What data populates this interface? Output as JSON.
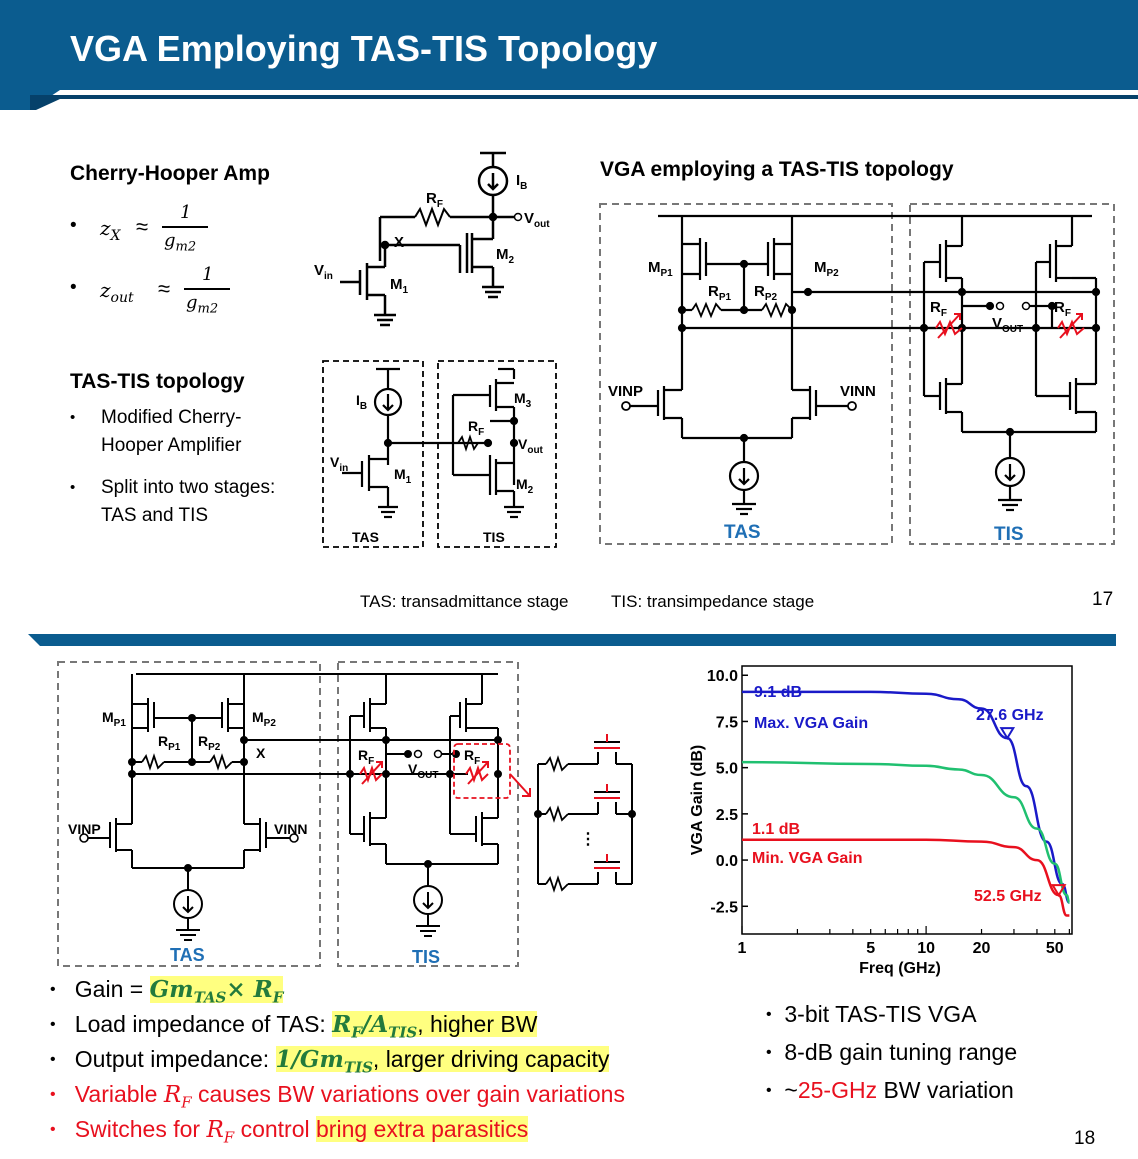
{
  "slide17": {
    "title": "VGA Employing TAS-TIS Topology",
    "cherry": {
      "heading": "Cherry-Hooper Amp",
      "eq1_lhs": "z",
      "eq1_sub": "X",
      "eq2_lhs": "z",
      "eq2_sub": "out",
      "approx": "≈",
      "num": "1",
      "den": "g",
      "den_sub": "m2"
    },
    "tastis": {
      "heading": "TAS-TIS topology",
      "b1": "Modified Cherry-Hooper Amplifier",
      "b1a": "Modified Cherry-",
      "b1b": "Hooper Amplifier",
      "b2a": "Split into two stages:",
      "b2b": "TAS and TIS"
    },
    "vga_heading": "VGA employing a TAS-TIS topology",
    "footnote_tas": "TAS: transadmittance stage",
    "footnote_tis": "TIS: transimpedance stage",
    "page": "17",
    "labels": {
      "IB": "I",
      "IB_sub": "B",
      "RF": "R",
      "RF_sub": "F",
      "Vout": "V",
      "Vout_sub": "out",
      "X": "X",
      "Vin": "V",
      "Vin_sub": "in",
      "M1": "M",
      "M1_sub": "1",
      "M2": "M",
      "M2_sub": "2",
      "M3": "M",
      "M3_sub": "3",
      "TAS": "TAS",
      "TIS": "TIS",
      "MP1": "M",
      "MP1_sub": "P1",
      "MP2": "M",
      "MP2_sub": "P2",
      "RP1": "R",
      "RP1_sub": "P1",
      "RP2": "R",
      "RP2_sub": "P2",
      "VINP": "VINP",
      "VINN": "VINN",
      "VOUT": "V",
      "VOUT_sub": "OUT"
    }
  },
  "slide18": {
    "page": "18",
    "bullets": {
      "gain_label": "Gain = ",
      "gain_expr": "Gm",
      "gain_sub": "TAS",
      "gain_tail": "× R",
      "gain_tail_sub": "F",
      "load_label": "Load impedance of TAS: ",
      "load_expr": "R",
      "load_sub1": "F",
      "load_mid": "/A",
      "load_sub2": "TIS",
      "load_tail": ", higher BW",
      "out_label": "Output impedance: ",
      "out_expr": "1/Gm",
      "out_sub": "TIS",
      "out_tail": ", larger driving capacity",
      "var_a": "Variable ",
      "var_r": "R",
      "var_rs": "F",
      "var_b": " causes BW variations over gain variations",
      "sw_a": "Switches for ",
      "sw_r": "R",
      "sw_rs": "F",
      "sw_b": " control ",
      "sw_c": "bring extra parasitics"
    },
    "right_bullets": {
      "r1": "3-bit TAS-TIS VGA",
      "r2": "8-dB gain tuning range",
      "r3_a": "~",
      "r3_b": "25-GHz",
      "r3_c": " BW variation"
    },
    "dots": "⋮"
  },
  "colors": {
    "banner": "#0b5c8f",
    "banner_dark": "#06416a",
    "max_curve": "#1a1ac8",
    "mid_curve": "#20c070",
    "min_curve": "#e8101e",
    "label_blue": "#1f6fb5",
    "highlight": "#ffff80",
    "red_text": "#e8101e"
  },
  "chart_data": {
    "type": "line",
    "xscale": "log",
    "xlabel": "Freq (GHz)",
    "ylabel": "VGA Gain (dB)",
    "xticks": [
      "1",
      "5",
      "10",
      "20",
      "50"
    ],
    "yticks": [
      "10.0",
      "7.5",
      "5.0",
      "2.5",
      "0.0",
      "-2.5"
    ],
    "xlim": [
      1,
      62
    ],
    "ylim": [
      -4,
      10.5
    ],
    "series": [
      {
        "name": "Max. VGA Gain",
        "x": [
          1,
          5,
          10,
          15,
          20,
          27.6,
          35,
          45,
          55,
          60
        ],
        "y": [
          9.1,
          9.1,
          9.0,
          8.7,
          8.2,
          6.6,
          4.0,
          1.0,
          -1.3,
          -2.3
        ]
      },
      {
        "name": "",
        "x": [
          1,
          5,
          10,
          15,
          20,
          30,
          40,
          50,
          58,
          60
        ],
        "y": [
          5.3,
          5.2,
          5.1,
          4.9,
          4.6,
          3.4,
          1.7,
          -0.2,
          -1.9,
          -2.3
        ]
      },
      {
        "name": "Min. VGA Gain",
        "x": [
          1,
          5,
          10,
          20,
          30,
          40,
          52.5,
          58,
          60
        ],
        "y": [
          1.1,
          1.1,
          1.1,
          1.0,
          0.7,
          0.0,
          -1.9,
          -3.0,
          -3.0
        ]
      }
    ],
    "annotations": [
      {
        "text": "9.1 dB",
        "series": "Max. VGA Gain"
      },
      {
        "text": "Max. VGA Gain",
        "series": "Max. VGA Gain"
      },
      {
        "text": "27.6 GHz",
        "x": 27.6,
        "y": 6.6
      },
      {
        "text": "1.1 dB",
        "series": "Min. VGA Gain"
      },
      {
        "text": "Min. VGA Gain",
        "series": "Min. VGA Gain"
      },
      {
        "text": "52.5 GHz",
        "x": 52.5,
        "y": -1.9
      }
    ],
    "grid": false
  }
}
